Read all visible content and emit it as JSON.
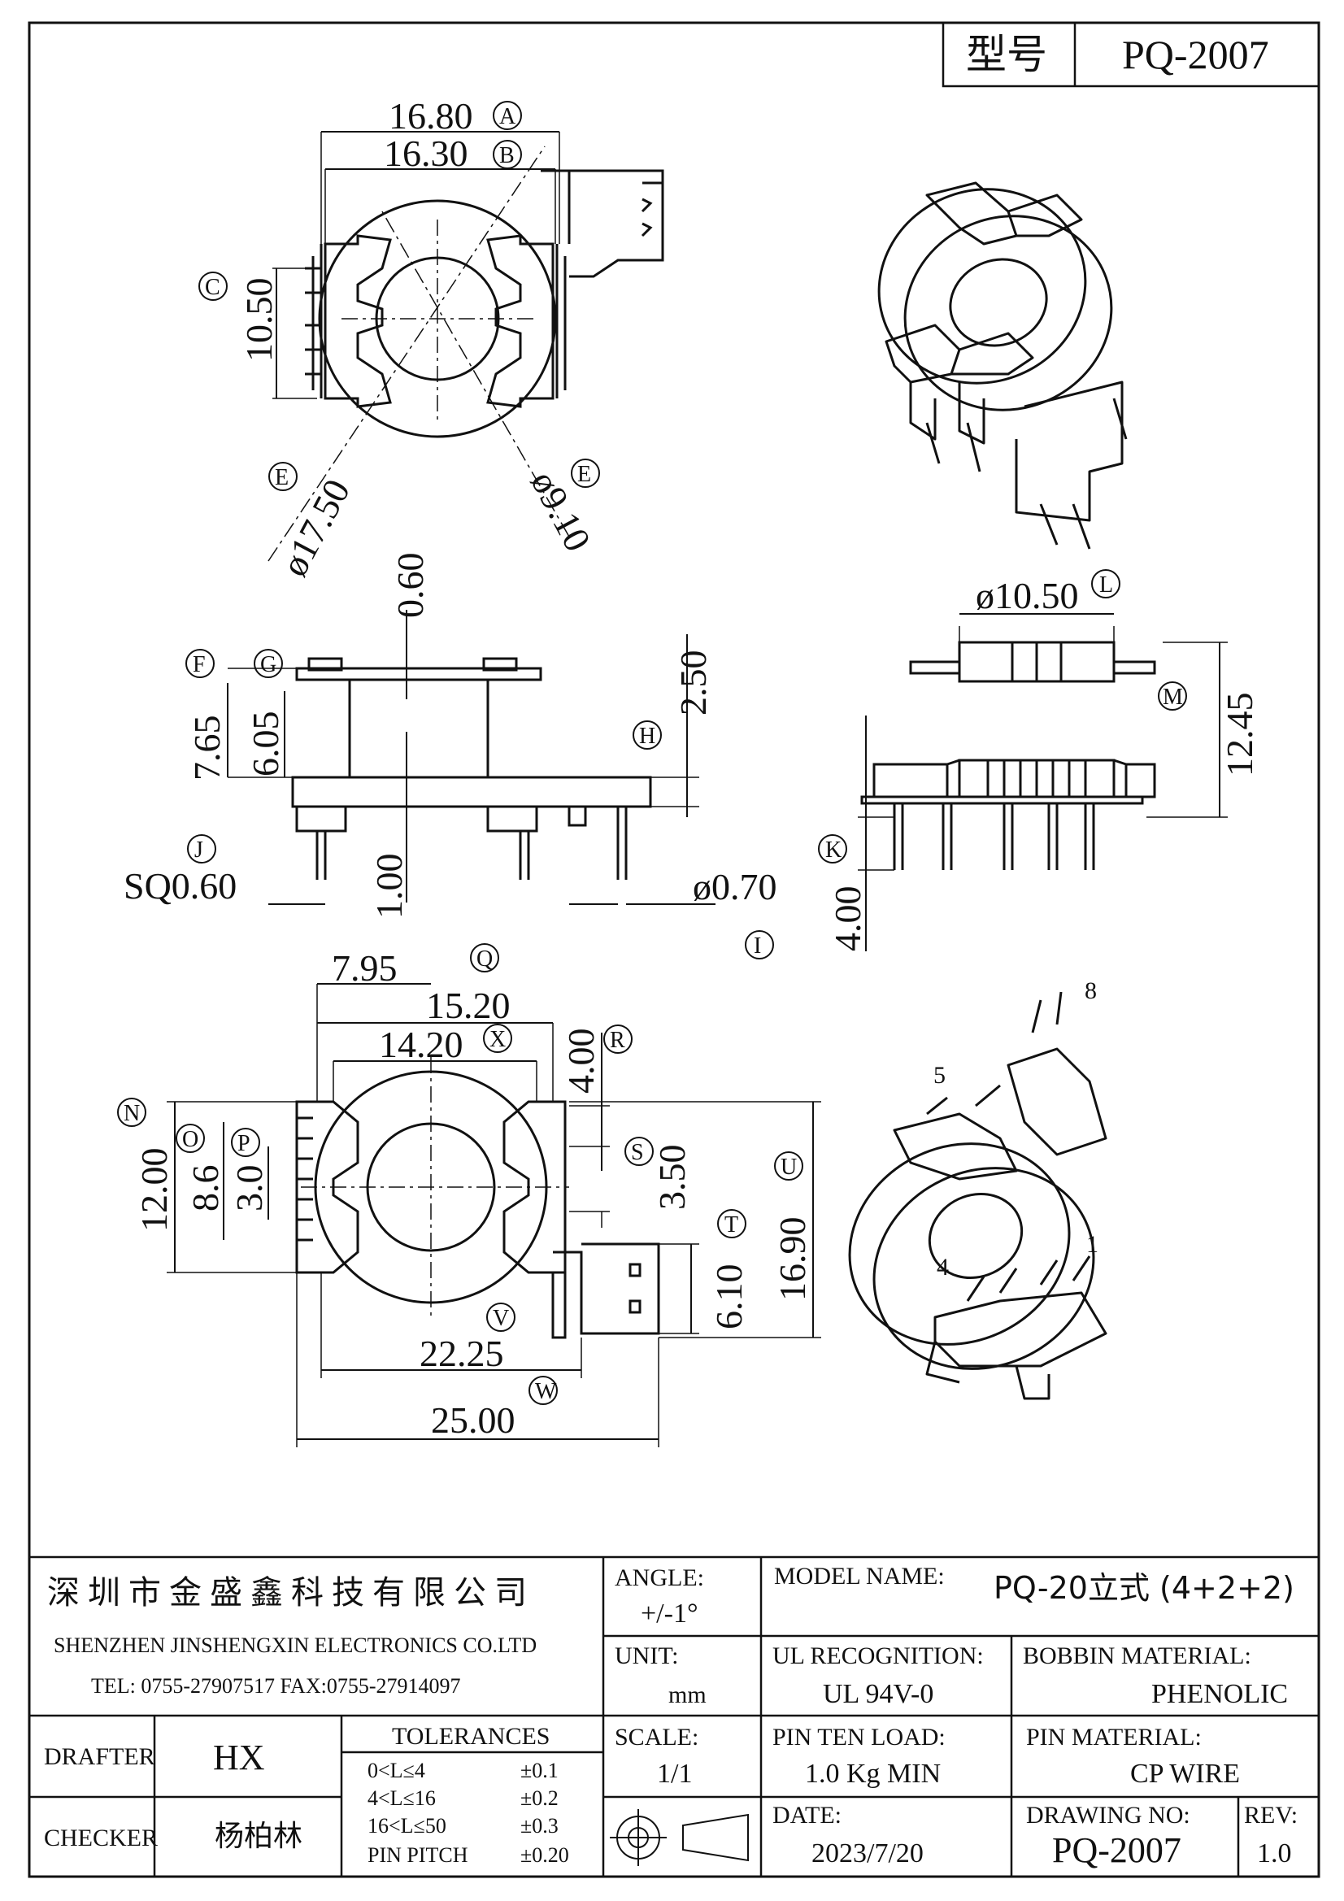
{
  "title_block": {
    "model_label": "型号",
    "model_value": "PQ-2007",
    "company_cn": "深圳市金盛鑫科技有限公司",
    "company_en": "SHENZHEN JINSHENGXIN ELECTRONICS CO.LTD",
    "contact": "TEL: 0755-27907517    FAX:0755-27914097",
    "angle_label": "ANGLE:",
    "angle_value": "+/-1°",
    "model_name_label": "MODEL NAME:",
    "model_name_value": "PQ-20立式 (4+2+2)",
    "unit_label": "UNIT:",
    "unit_value": "mm",
    "ul_label": "UL RECOGNITION:",
    "ul_value": "UL 94V-0",
    "bobbin_label": "BOBBIN MATERIAL:",
    "bobbin_value": "PHENOLIC",
    "drafter_label": "DRAFTER",
    "drafter_value": "HX",
    "checker_label": "CHECKER",
    "checker_value": "杨柏林",
    "tolerances_label": "TOLERANCES",
    "tolerances": [
      {
        "range": "0<L≤4",
        "tol": "±0.1"
      },
      {
        "range": "4<L≤16",
        "tol": "±0.2"
      },
      {
        "range": "16<L≤50",
        "tol": "±0.3"
      },
      {
        "range": "PIN PITCH",
        "tol": "±0.20"
      }
    ],
    "scale_label": "SCALE:",
    "scale_value": "1/1",
    "pin_load_label": "PIN TEN LOAD:",
    "pin_load_value": "1.0 Kg MIN",
    "pin_material_label": "PIN MATERIAL:",
    "pin_material_value": "CP WIRE",
    "date_label": "DATE:",
    "date_value": "2023/7/20",
    "drawing_no_label": "DRAWING NO:",
    "drawing_no_value": "PQ-2007",
    "rev_label": "REV:",
    "rev_value": "1.0"
  },
  "dimensions": {
    "A": {
      "letter": "A",
      "value": "16.80"
    },
    "B": {
      "letter": "B",
      "value": "16.30"
    },
    "C": {
      "letter": "C",
      "value": "10.50"
    },
    "E1": {
      "letter": "E",
      "value": "ø17.50"
    },
    "E2": {
      "letter": "E",
      "value": "ø9.10"
    },
    "top_gap": {
      "value": "0.60"
    },
    "F": {
      "letter": "F",
      "value": "7.65"
    },
    "G": {
      "letter": "G",
      "value": "6.05"
    },
    "H": {
      "letter": "H",
      "value": "2.50"
    },
    "J": {
      "letter": "J",
      "value": "SQ0.60"
    },
    "pin_len": {
      "value": "1.00"
    },
    "I": {
      "letter": "I",
      "value": "ø0.70"
    },
    "L": {
      "letter": "L",
      "value": "ø10.50"
    },
    "M": {
      "letter": "M",
      "value": "12.45"
    },
    "K": {
      "letter": "K",
      "value": "4.00"
    },
    "Q0": {
      "value": "7.95"
    },
    "Q": {
      "letter": "Q",
      "value": "15.20"
    },
    "X": {
      "letter": "X",
      "value": "14.20"
    },
    "R": {
      "letter": "R",
      "value": "4.00"
    },
    "N": {
      "letter": "N",
      "value": "12.00"
    },
    "O": {
      "letter": "O",
      "value": "8.6"
    },
    "P": {
      "letter": "P",
      "value": "3.0"
    },
    "S": {
      "letter": "S",
      "value": "3.50"
    },
    "U": {
      "letter": "U",
      "value": "16.90"
    },
    "T": {
      "letter": "T",
      "value": "6.10"
    },
    "V": {
      "letter": "V",
      "value": "22.25"
    },
    "W": {
      "letter": "W",
      "value": "25.00"
    }
  },
  "pin_labels": {
    "p8": "8",
    "p5": "5",
    "p4": "4",
    "p1": "1"
  }
}
